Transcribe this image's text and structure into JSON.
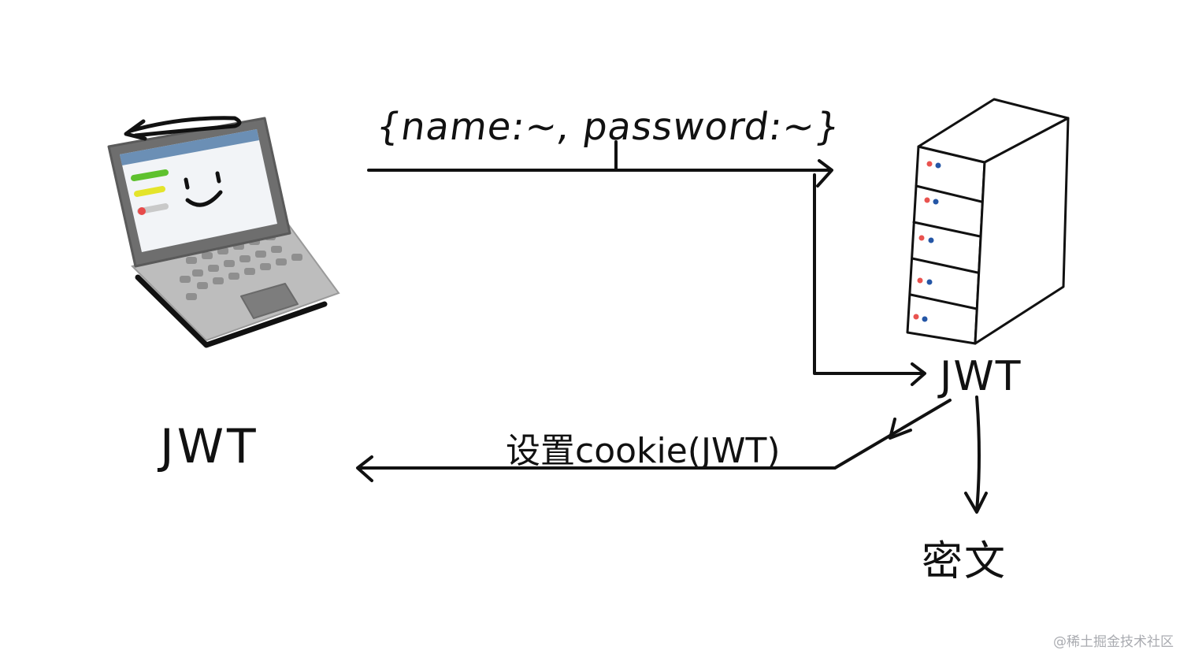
{
  "diagram": {
    "request_label": "{name:~, password:~}",
    "server_jwt_label": "JWT",
    "client_jwt_label": "JWT",
    "cookie_label": "设置cookie(JWT)",
    "cipher_label": "密文"
  },
  "watermark": "@稀土掘金技术社区",
  "colors": {
    "ink": "#111111",
    "laptop_body": "#b8b8b8",
    "laptop_frame": "#6f6f6f",
    "screen": "#f2f4f7",
    "screen_bar": "#6b8fb5",
    "ui_green": "#5ec12e",
    "ui_yellow": "#e4e42a",
    "ui_red": "#e74a4a",
    "server_led_red": "#e9534f",
    "server_led_blue": "#2456a6"
  }
}
